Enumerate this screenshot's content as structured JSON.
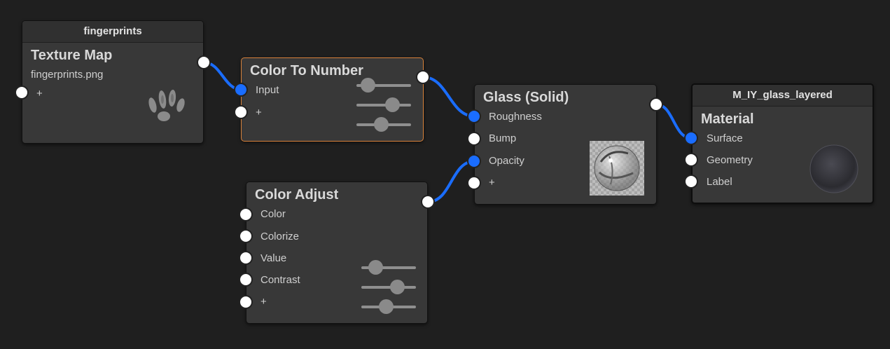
{
  "wire_color": "#1a6dff",
  "port_connected_color": "#1a6dff",
  "port_idle_color": "#ffffff",
  "selected_border_color": "#d9823b",
  "nodes": {
    "texture_map": {
      "header": "fingerprints",
      "title": "Texture Map",
      "filename": "fingerprints.png",
      "add_input": "+",
      "preview_icon": "hand-print-icon"
    },
    "color_to_number": {
      "title": "Color To Number",
      "inputs": [
        "Input",
        "+"
      ],
      "sliders": [
        0.2,
        0.65,
        0.45
      ]
    },
    "color_adjust": {
      "title": "Color Adjust",
      "inputs": [
        "Color",
        "Colorize",
        "Value",
        "Contrast",
        "+"
      ],
      "sliders": [
        0.25,
        0.65,
        0.45
      ]
    },
    "glass": {
      "title": "Glass (Solid)",
      "inputs": [
        "Roughness",
        "Bump",
        "Opacity",
        "+"
      ],
      "preview_icon": "glass-sphere-icon"
    },
    "material": {
      "header": "M_IY_glass_layered",
      "title": "Material",
      "inputs": [
        "Surface",
        "Geometry",
        "Label"
      ],
      "preview_icon": "material-sphere-icon"
    }
  }
}
